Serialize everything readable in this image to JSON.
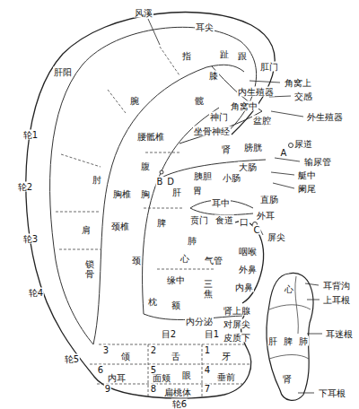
{
  "diagram": {
    "labels": [
      "风溪",
      "耳尖",
      "肝阳",
      "指",
      "趾",
      "跟",
      "肛门",
      "膝",
      "角窝上",
      "交感",
      "外生殖器",
      "内生殖器",
      "腕",
      "髋",
      "角窝中",
      "神门",
      "盆腔",
      "坐骨神经",
      "轮1",
      "腰骶椎",
      "尿道",
      "A",
      "腹",
      "肾",
      "膀胱",
      "输尿管",
      "大肠",
      "小肠",
      "艇中",
      "阑尾",
      "胰胆",
      "肘",
      "B",
      "D",
      "肝",
      "胃",
      "直肠",
      "轮2",
      "胸",
      "胸椎",
      "耳中",
      "外耳",
      "贲门",
      "食道",
      "口",
      "C",
      "屏尖",
      "脾",
      "肩",
      "颈椎",
      "轮3",
      "肺",
      "心",
      "气管",
      "咽喉",
      "外鼻",
      "颈",
      "缘中",
      "内鼻",
      "锁骨",
      "轮4",
      "三焦",
      "枕",
      "额",
      "肾上腺",
      "内分泌",
      "对屏尖",
      "目2",
      "目1",
      "皮质下",
      "3",
      "颌",
      "2",
      "舌",
      "1",
      "牙",
      "6",
      "内耳",
      "面颊",
      "5",
      "眼",
      "4",
      "垂前",
      "9",
      "8",
      "扁桃体",
      "7",
      "轮5",
      "轮6",
      "心",
      "肝",
      "脾",
      "肺",
      "肾",
      "耳背沟",
      "上耳根",
      "耳迷根",
      "下耳根"
    ]
  }
}
